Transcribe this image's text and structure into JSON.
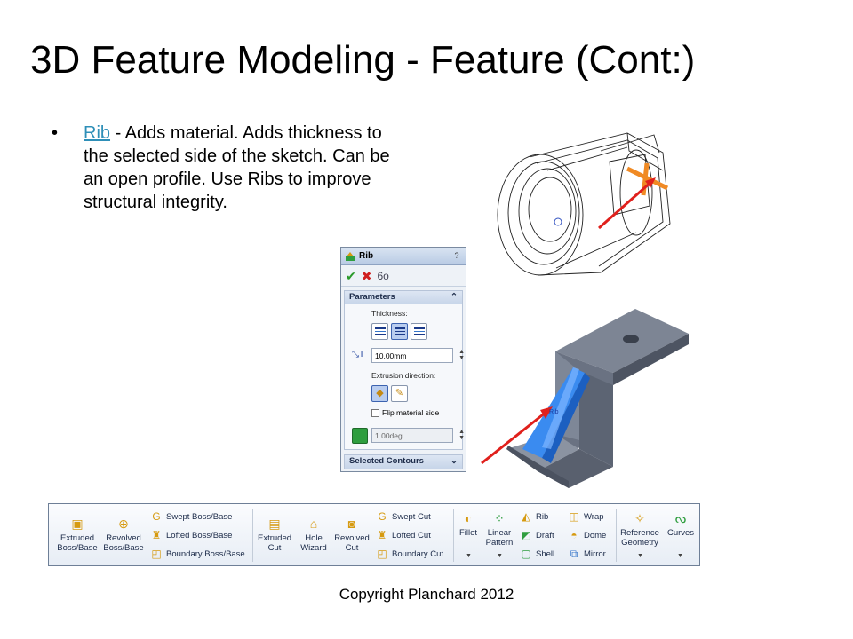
{
  "slide": {
    "title": "3D Feature Modeling - Feature (Cont:)",
    "bullet": {
      "marker": "•",
      "link_text": "Rib",
      "text": " - Adds material. Adds thickness to the selected side of the sketch. Can be an open profile. Use Ribs to improve structural integrity."
    },
    "footer": "Copyright Planchard 2012"
  },
  "property_manager": {
    "title": "Rib",
    "help": "?",
    "actions": {
      "ok": "✔",
      "cancel": "✖",
      "detail": "6o"
    },
    "parameters": {
      "header": "Parameters",
      "collapse": "⌃",
      "thickness_label": "Thickness:",
      "thickness_value": "10.00mm",
      "extrusion_label": "Extrusion direction:",
      "flip_label": "Flip material side",
      "draft_value": "1.00deg"
    },
    "selected_contours": {
      "header": "Selected Contours",
      "expand": "⌄"
    }
  },
  "toolbar": {
    "extruded_boss": "Extruded Boss/Base",
    "revolved_boss": "Revolved Boss/Base",
    "swept_boss": "Swept Boss/Base",
    "lofted_boss": "Lofted Boss/Base",
    "boundary_boss": "Boundary Boss/Base",
    "extruded_cut": "Extruded Cut",
    "hole_wizard": "Hole Wizard",
    "revolved_cut": "Revolved Cut",
    "swept_cut": "Swept Cut",
    "lofted_cut": "Lofted Cut",
    "boundary_cut": "Boundary Cut",
    "fillet": "Fillet",
    "linear_pattern": "Linear Pattern",
    "rib": "Rib",
    "draft": "Draft",
    "shell": "Shell",
    "wrap": "Wrap",
    "dome": "Dome",
    "mirror": "Mirror",
    "reference_geometry": "Reference Geometry",
    "curves": "Curves"
  },
  "colors": {
    "link": "#2e8fb8",
    "arrow": "#e0201c",
    "rib_highlight": "#2d7de0",
    "part_gray": "#5f6775"
  }
}
